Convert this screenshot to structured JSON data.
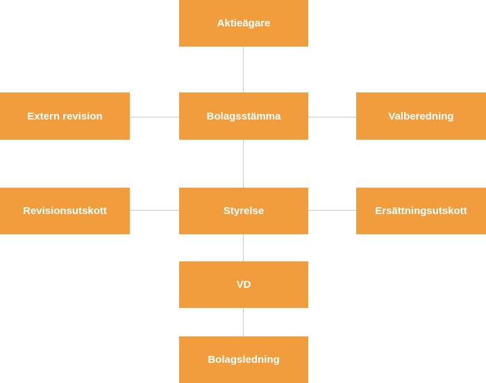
{
  "colors": {
    "node_fill": "#f19d3d",
    "node_text": "#ffffff",
    "connector": "#c8c8c8"
  },
  "nodes": {
    "shareholders": "Aktieägare",
    "general_meeting": "Bolagsstämma",
    "external_audit": "Extern revision",
    "nomination_committee": "Valberedning",
    "board": "Styrelse",
    "audit_committee": "Revisionsutskott",
    "remuneration_committee": "Ersättningsutskott",
    "ceo": "VD",
    "management": "Bolagsledning"
  }
}
